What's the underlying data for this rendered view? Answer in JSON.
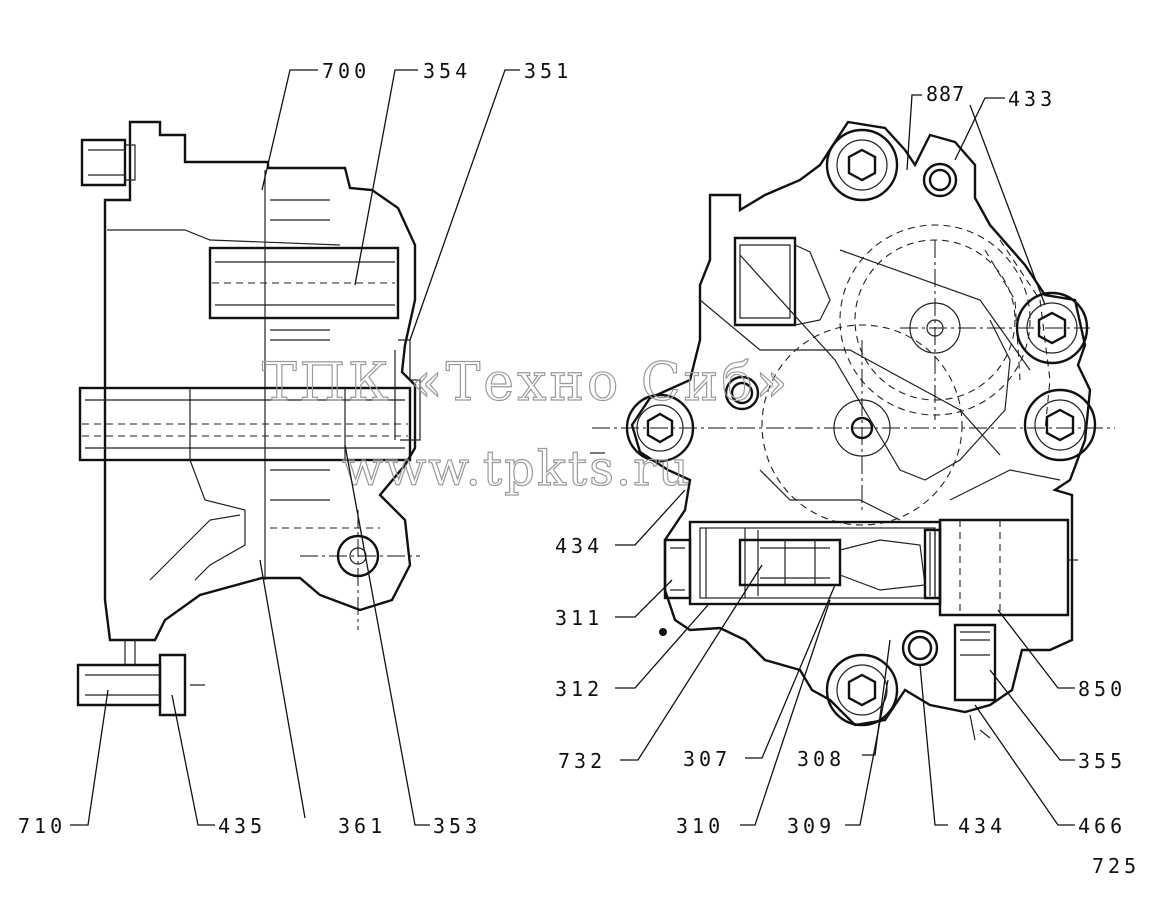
{
  "callouts": {
    "c700": "700",
    "c354": "354",
    "c351": "351",
    "c887": "887",
    "c433": "433",
    "c434a": "434",
    "c311": "311",
    "c312": "312",
    "c732": "732",
    "c307": "307",
    "c308": "308",
    "c850": "850",
    "c355": "355",
    "c710": "710",
    "c435": "435",
    "c361": "361",
    "c353": "353",
    "c310": "310",
    "c309": "309",
    "c434b": "434",
    "c466": "466",
    "c725": "725"
  },
  "watermark": {
    "line1": "ТПК «Техно Сиб»",
    "line2": "www.tpkts.ru"
  },
  "colors": {
    "ink": "#111111",
    "watermark": "#9a9a9a",
    "paper": "#ffffff"
  }
}
